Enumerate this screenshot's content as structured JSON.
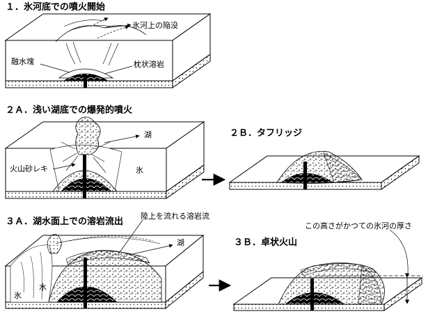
{
  "panels": {
    "p1": {
      "title": "１．氷河底での噴火開始",
      "labels": {
        "glacier_subsidence": "氷河上の陥没",
        "meltwater_pocket": "融水塊",
        "pillow_lava": "枕状溶岩"
      }
    },
    "p2a": {
      "title": "２Ａ．浅い湖底での爆発的噴火",
      "labels": {
        "lake": "湖",
        "hyaloclastite": "火山砂レキ",
        "ice": "氷"
      }
    },
    "p2b": {
      "title": "２Ｂ．タフリッジ"
    },
    "p3a": {
      "title": "３Ａ．湖水面上での溶岩流出",
      "labels": {
        "subaerial_lava": "陸上を流れる溶岩流",
        "lake": "湖",
        "water": "水",
        "ice": "氷"
      }
    },
    "p3b": {
      "title": "３Ｂ．卓状火山",
      "labels": {
        "thickness_note": "この高さがかつての氷河の厚さ"
      }
    }
  }
}
